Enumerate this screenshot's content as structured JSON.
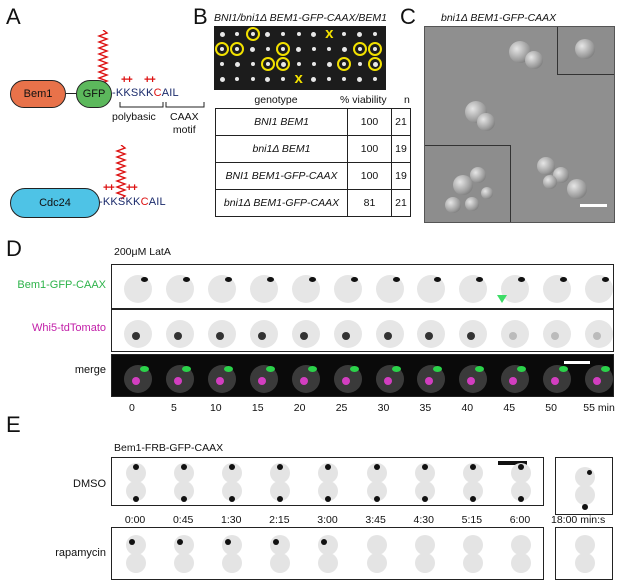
{
  "panels": {
    "A": "A",
    "B": "B",
    "C": "C",
    "D": "D",
    "E": "E"
  },
  "panelA": {
    "bem1": "Bem1",
    "gfp": "GFP",
    "seq_blue": "-KKSKK",
    "seq_c": "C",
    "seq_ail": "AIL",
    "plus1": "++",
    "plus2": "++",
    "polybasic": "polybasic",
    "caax_line1": "CAAX",
    "caax_line2": "motif",
    "cdc24": "Cdc24",
    "seq2_blue": "-KKSKK",
    "seq2_c": "C",
    "seq2_ail": "AIL",
    "plus3": "++",
    "plus4": "++",
    "colors": {
      "bem1": "#e8724a",
      "gfp": "#5cb85c",
      "cdc24": "#4ec3e6",
      "lipid": "#d11"
    }
  },
  "panelB": {
    "title": "BNI1/bni1Δ BEM1-GFP-CAAX/BEM1",
    "x_mark": "x",
    "headers": {
      "genotype": "genotype",
      "viability": "% viability",
      "n": "n"
    },
    "rows": [
      {
        "genotype": "BNI1 BEM1",
        "viability": "100",
        "n": "21"
      },
      {
        "genotype": "bni1Δ BEM1",
        "viability": "100",
        "n": "19"
      },
      {
        "genotype": "BNI1 BEM1-GFP-CAAX",
        "viability": "100",
        "n": "19"
      },
      {
        "genotype": "bni1Δ BEM1-GFP-CAAX",
        "viability": "81",
        "n": "21"
      }
    ]
  },
  "panelC": {
    "title": "bni1Δ BEM1-GFP-CAAX"
  },
  "panelD": {
    "treatment": "200μM LatA",
    "rows": [
      "Bem1-GFP-CAAX",
      "Whi5-tdTomato",
      "merge"
    ],
    "row_colors": [
      "#2db34a",
      "#c21fa8",
      "#111111"
    ],
    "times": [
      "0",
      "5",
      "10",
      "15",
      "20",
      "25",
      "30",
      "35",
      "40",
      "45",
      "50",
      "55 min"
    ]
  },
  "panelE": {
    "construct": "Bem1-FRB-GFP-CAAX",
    "rows": [
      "DMSO",
      "rapamycin"
    ],
    "times": [
      "0:00",
      "0:45",
      "1:30",
      "2:15",
      "3:00",
      "3:45",
      "4:30",
      "5:15",
      "6:00"
    ],
    "late_time": "18:00 min:s"
  }
}
